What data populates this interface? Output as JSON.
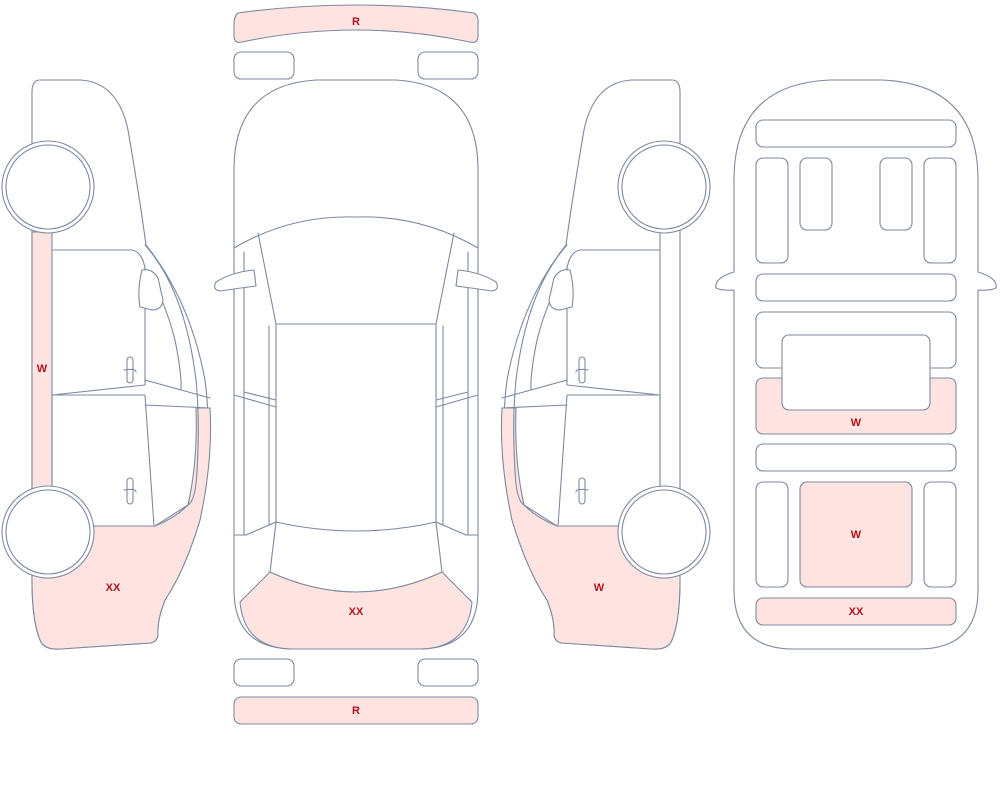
{
  "colors": {
    "outline": "#7d8aa0",
    "damage_fill": "#ffe3e1",
    "label_text": "#b0141c",
    "panel_fill": "#ffffff"
  },
  "labels": {
    "front_bumper": "R",
    "rear_bumper": "R",
    "left_rocker": "W",
    "left_rear_quarter": "XX",
    "front_rear_fascia": "XX",
    "right_rear_quarter": "W",
    "interior_rear_seat": "W",
    "interior_cargo_floor": "W",
    "interior_rear_panel": "XX"
  }
}
